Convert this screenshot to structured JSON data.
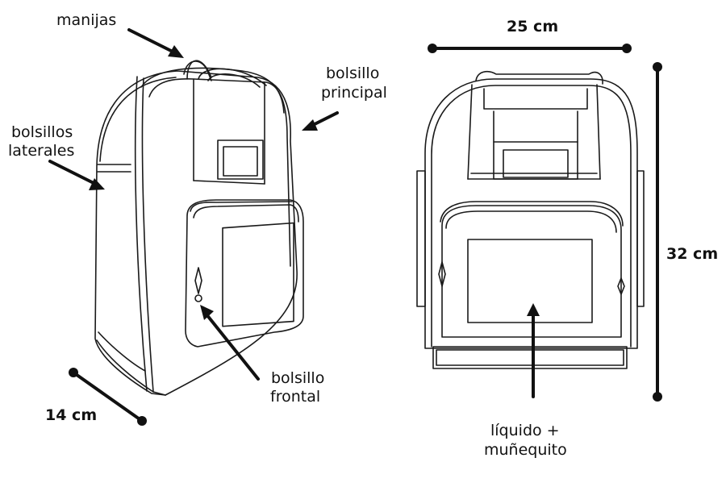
{
  "labels": {
    "handles": "manijas",
    "main_pocket_1": "bolsillo",
    "main_pocket_2": "principal",
    "side_pockets_1": "bolsillos",
    "side_pockets_2": "laterales",
    "front_pocket_1": "bolsillo",
    "front_pocket_2": "frontal",
    "liquid_1": "líquido +",
    "liquid_2": "muñequito"
  },
  "dimensions": {
    "width": "25 cm",
    "height": "32 cm",
    "depth": "14 cm"
  }
}
